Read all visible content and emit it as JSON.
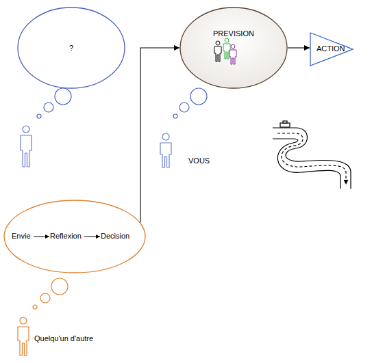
{
  "diagram": {
    "nodes": [
      {
        "text": [
          "?"
        ]
      },
      {
        "text": [
          "PREVISION"
        ]
      },
      {
        "text": [
          "ACTION"
        ]
      },
      {
        "text": [
          "Envie",
          "Reflexion",
          "Decision"
        ]
      }
    ],
    "edges": [
      {
        "from": 3,
        "to": 1,
        "arrow": "to"
      },
      {
        "from": 1,
        "to": 2,
        "arrow": "to"
      }
    ],
    "labels": [
      "VOUS",
      "Quelqu'un d'autre"
    ]
  }
}
